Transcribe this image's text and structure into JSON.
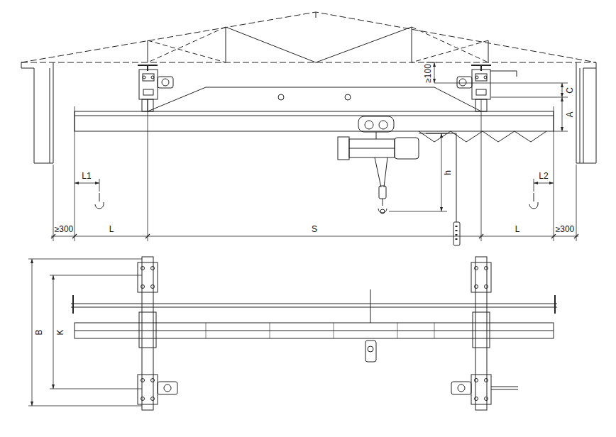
{
  "diagram": {
    "labels": [
      "L1",
      "L2",
      "≥100",
      "C",
      "A",
      "h",
      "≥300",
      "L",
      "S",
      "L",
      "≥300",
      "B",
      "K"
    ]
  }
}
